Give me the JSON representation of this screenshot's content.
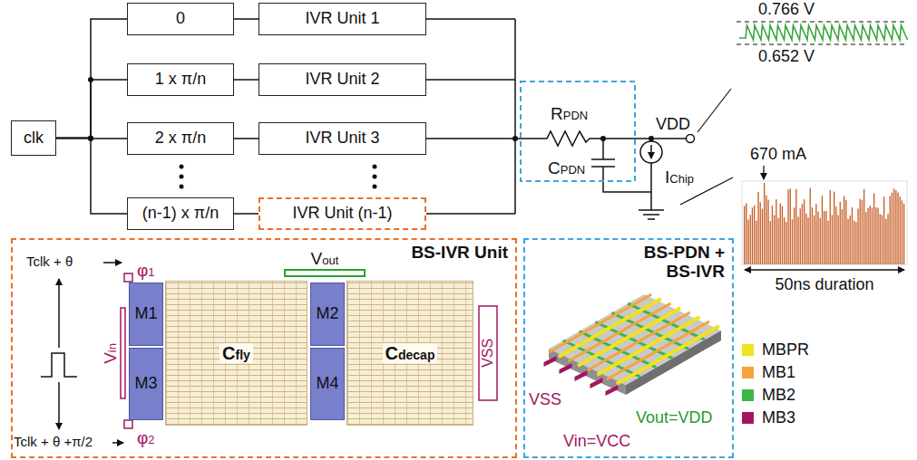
{
  "diagram": {
    "nodes": [
      {
        "text": [
          "clk"
        ]
      },
      {
        "text": [
          "0"
        ]
      },
      {
        "text": [
          "IVR Unit 1"
        ]
      },
      {
        "text": [
          "1 x π/n"
        ]
      },
      {
        "text": [
          "IVR Unit 2"
        ]
      },
      {
        "text": [
          "2 x π/n"
        ]
      },
      {
        "text": [
          "IVR Unit 3"
        ]
      },
      {
        "text": [
          "(n-1) x π/n"
        ]
      },
      {
        "text": [
          "IVR Unit (n-1)"
        ]
      },
      {
        "text": [
          "BS-IVR Unit"
        ]
      },
      {
        "text": [
          "M1"
        ],
        "in": 9
      },
      {
        "text": [
          "M3"
        ],
        "in": 9
      },
      {
        "text": [
          "Cfly"
        ],
        "in": 9
      },
      {
        "text": [
          "M2"
        ],
        "in": 9
      },
      {
        "text": [
          "M4"
        ],
        "in": 9
      },
      {
        "text": [
          "Cdecap"
        ],
        "in": 9
      },
      {
        "text": [
          "BS-PDN + BS-IVR"
        ]
      }
    ],
    "edges": [
      {
        "from": 0,
        "to": 1,
        "arrow": "none"
      },
      {
        "from": 0,
        "to": 3,
        "arrow": "none"
      },
      {
        "from": 0,
        "to": 5,
        "arrow": "none"
      },
      {
        "from": 0,
        "to": 7,
        "arrow": "none"
      },
      {
        "from": 1,
        "to": 2,
        "arrow": "none"
      },
      {
        "from": 3,
        "to": 4,
        "arrow": "none"
      },
      {
        "from": 5,
        "to": 6,
        "arrow": "none"
      },
      {
        "from": 7,
        "to": 8,
        "arrow": "none"
      }
    ],
    "labels": [
      "RPDN",
      "CPDN",
      "VDD",
      "IChip",
      "0.766 V",
      "0.652 V",
      "670 mA",
      "50ns duration",
      "Tclk + θ",
      "φ1",
      "Tclk + θ +π/2",
      "φ2",
      "Vin",
      "Vout",
      "VSS",
      "VSS",
      "Vin=VCC",
      "Vout=VDD"
    ],
    "legend": [
      {
        "text": "MBPR",
        "color": "#f0e21c"
      },
      {
        "text": "MB1",
        "color": "#f5a43a"
      },
      {
        "text": "MB2",
        "color": "#3db54a"
      },
      {
        "text": "MB3",
        "color": "#a3165f"
      }
    ]
  }
}
